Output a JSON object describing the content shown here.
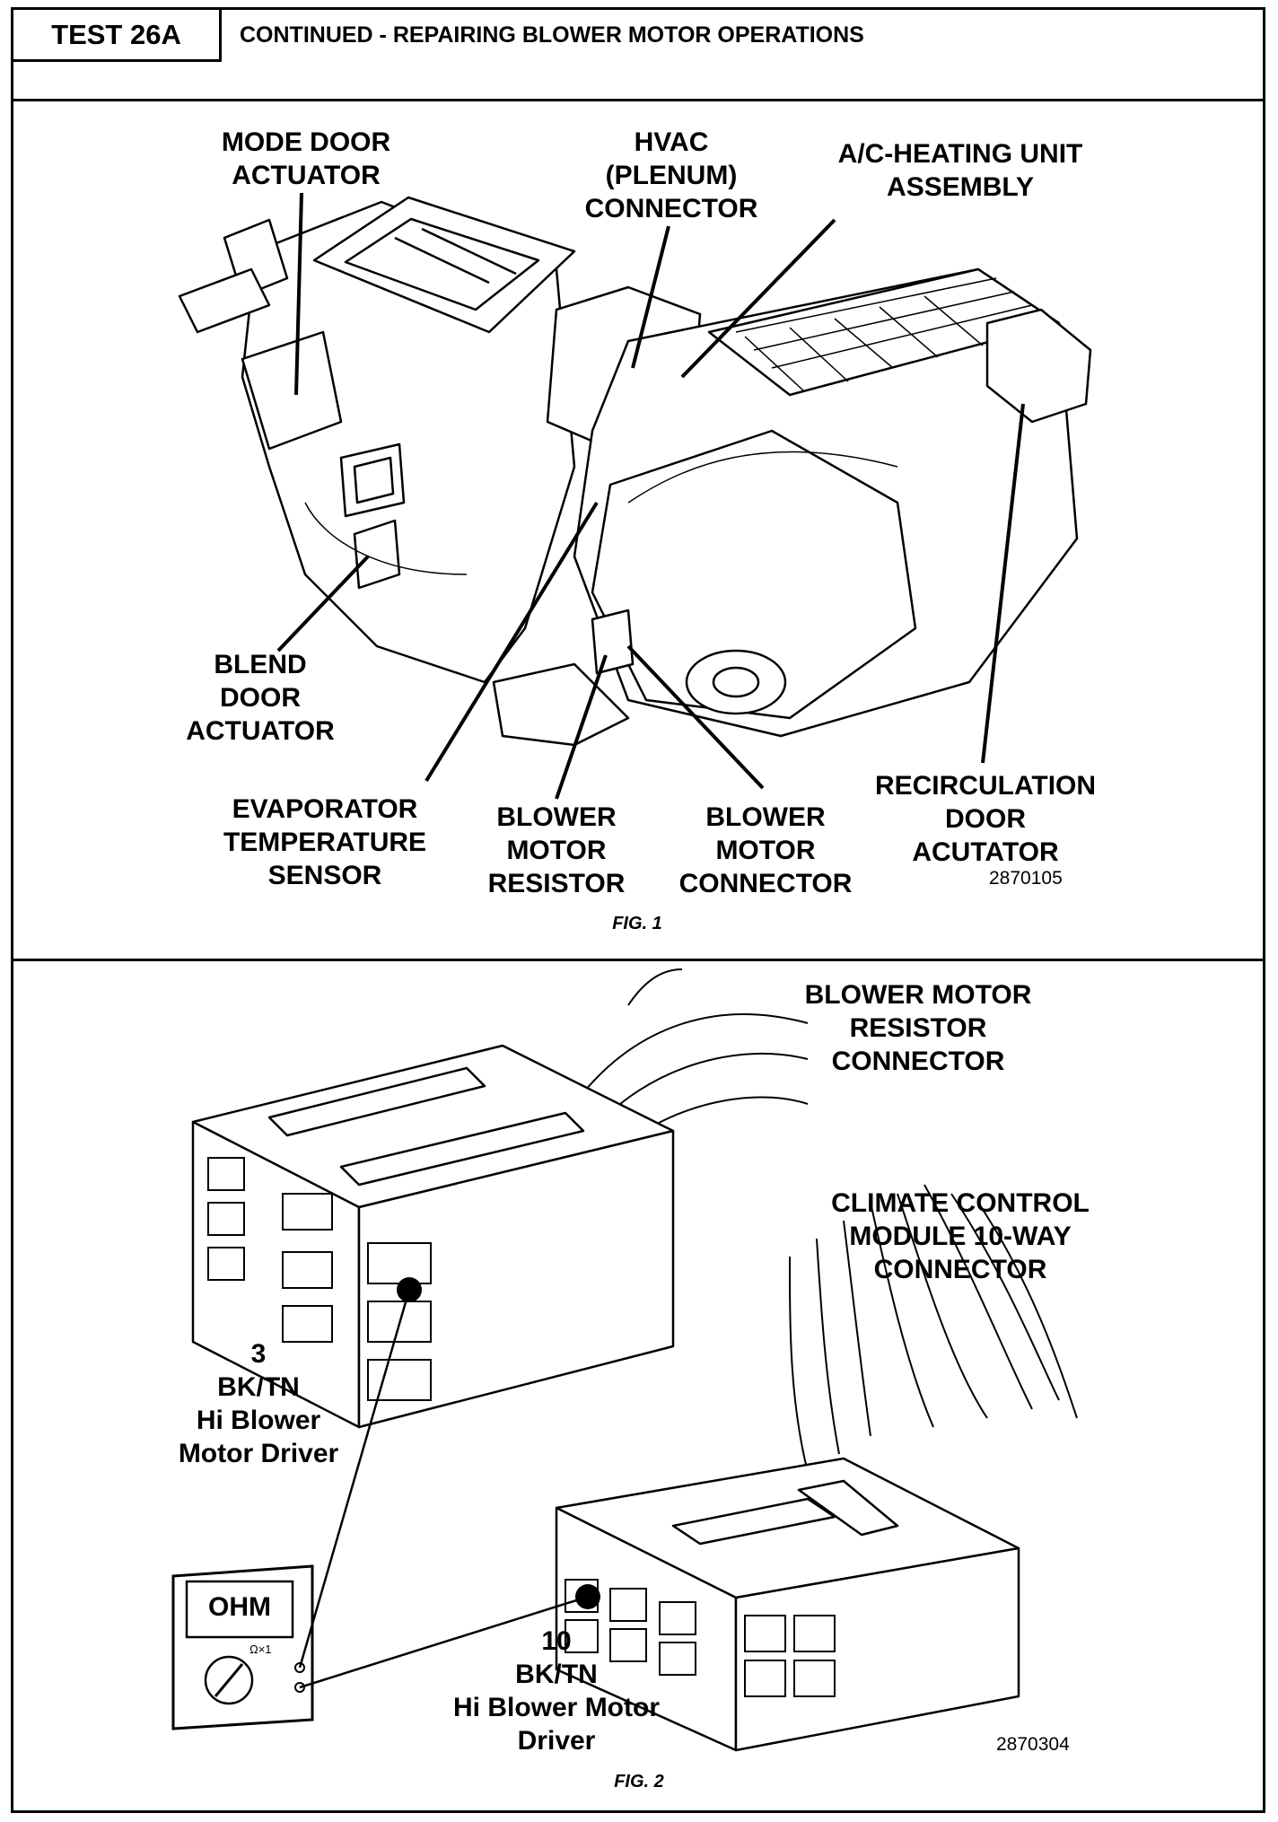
{
  "header": {
    "test_id": "TEST 26A",
    "title": "CONTINUED - REPAIRING BLOWER MOTOR OPERATIONS"
  },
  "figure1": {
    "caption": "FIG. 1",
    "image_code": "2870105",
    "labels": {
      "mode_door": "MODE DOOR\nACTUATOR",
      "hvac_connector": "HVAC\n(PLENUM)\nCONNECTOR",
      "ac_heating": "A/C-HEATING UNIT\nASSEMBLY",
      "blend_door": "BLEND\nDOOR\nACTUATOR",
      "evaporator": "EVAPORATOR\nTEMPERATURE\nSENSOR",
      "blower_resistor": "BLOWER\nMOTOR\nRESISTOR",
      "blower_connector": "BLOWER\nMOTOR\nCONNECTOR",
      "recirc_door": "RECIRCULATION\nDOOR\nACUTATOR"
    }
  },
  "figure2": {
    "caption": "FIG. 2",
    "image_code": "2870304",
    "labels": {
      "resistor_connector": "BLOWER MOTOR\nRESISTOR\nCONNECTOR",
      "ccm_connector": "CLIMATE CONTROL\nMODULE 10-WAY\nCONNECTOR",
      "pin3": "3\nBK/TN\nHi Blower\nMotor Driver",
      "pin10": "10\nBK/TN\nHi Blower Motor\nDriver"
    },
    "meter": {
      "display": "OHM",
      "range": "Ω×1"
    }
  }
}
